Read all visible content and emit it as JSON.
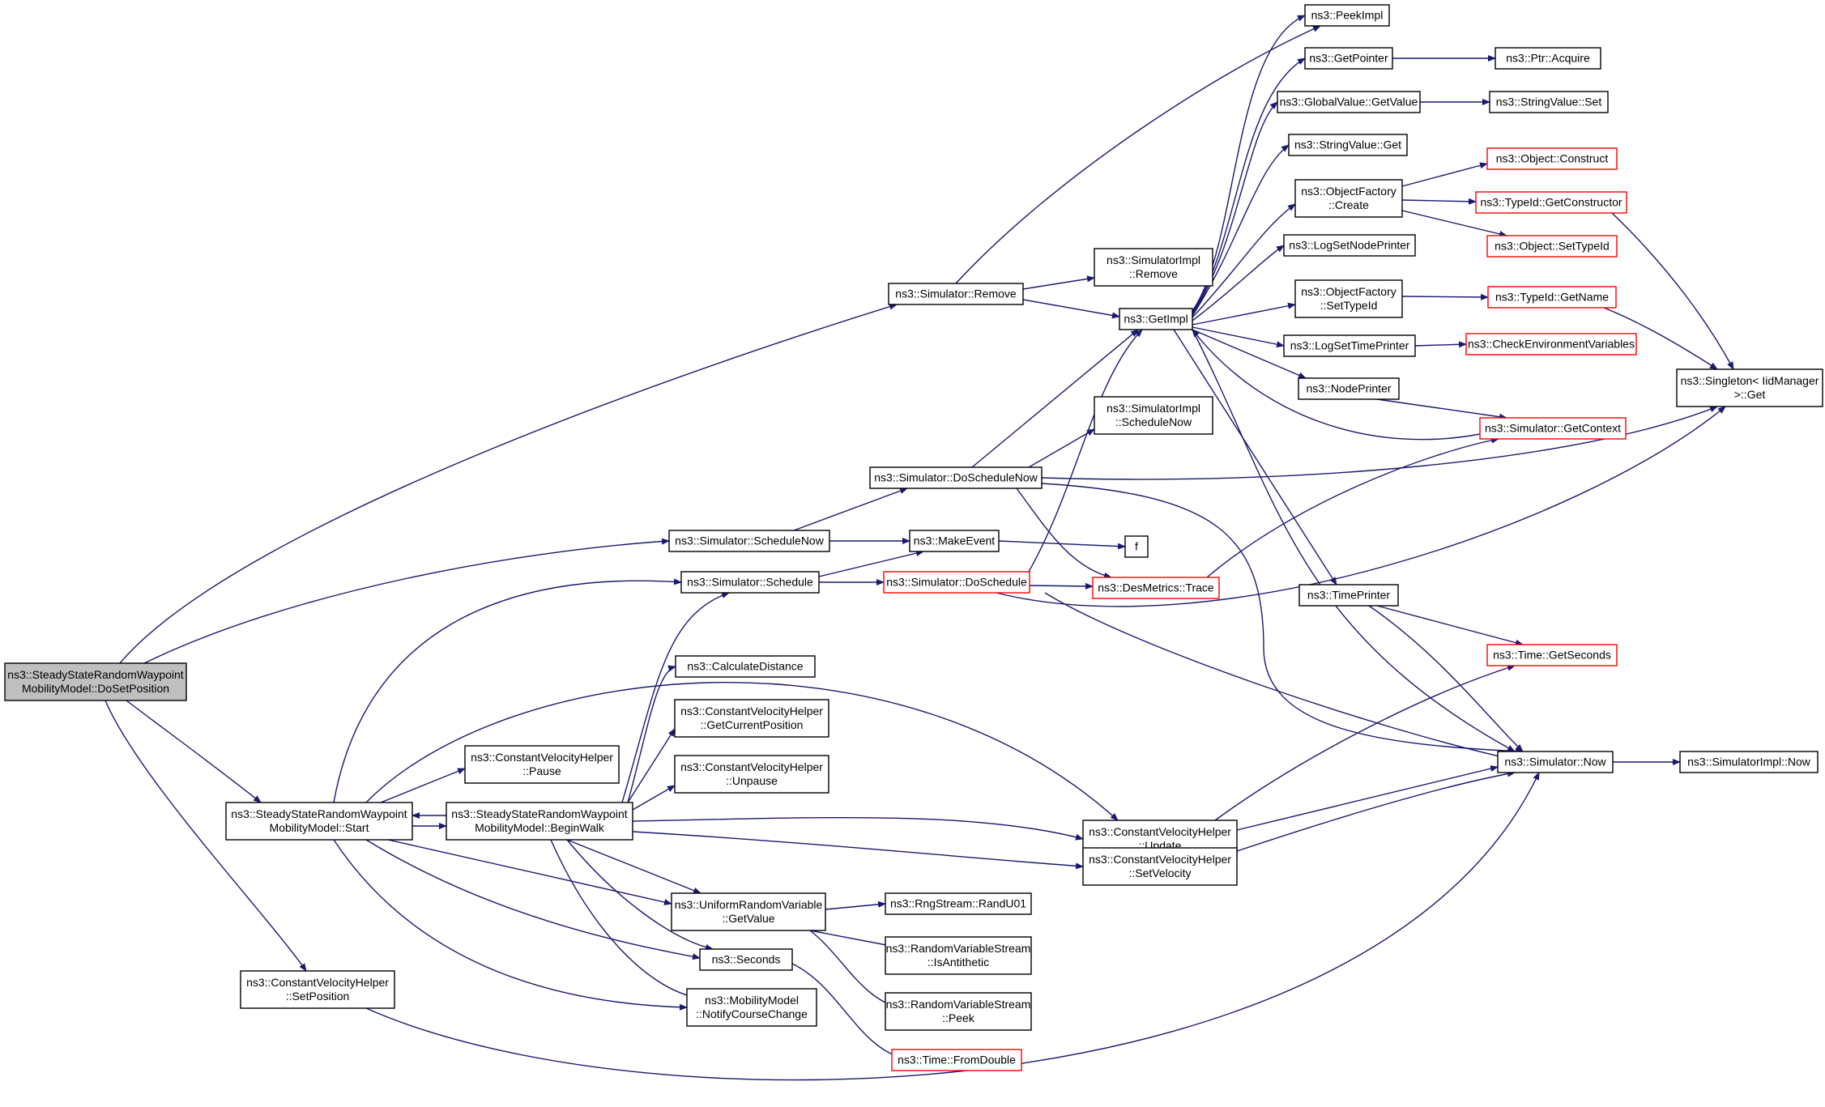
{
  "graph": {
    "edge_color": "#191970",
    "truncated_border_color": "#ff0000",
    "root_fill_color": "#bfbfbf",
    "nodes": [
      {
        "id": "dosetposition",
        "lines": [
          "ns3::SteadyStateRandomWaypoint",
          "MobilityModel::DoSetPosition"
        ],
        "root": true
      },
      {
        "id": "start",
        "lines": [
          "ns3::SteadyStateRandomWaypoint",
          "MobilityModel::Start"
        ]
      },
      {
        "id": "beginwalk",
        "lines": [
          "ns3::SteadyStateRandomWaypoint",
          "MobilityModel::BeginWalk"
        ]
      },
      {
        "id": "cvh_setposition",
        "lines": [
          "ns3::ConstantVelocityHelper",
          "::SetPosition"
        ]
      },
      {
        "id": "sim_remove",
        "lines": [
          "ns3::Simulator::Remove"
        ]
      },
      {
        "id": "sim_schedulenow",
        "lines": [
          "ns3::Simulator::ScheduleNow"
        ]
      },
      {
        "id": "sim_schedule",
        "lines": [
          "ns3::Simulator::Schedule"
        ]
      },
      {
        "id": "cvh_pause",
        "lines": [
          "ns3::ConstantVelocityHelper",
          "::Pause"
        ]
      },
      {
        "id": "calcdistance",
        "lines": [
          "ns3::CalculateDistance"
        ]
      },
      {
        "id": "cvh_getcurrentposition",
        "lines": [
          "ns3::ConstantVelocityHelper",
          "::GetCurrentPosition"
        ]
      },
      {
        "id": "cvh_unpause",
        "lines": [
          "ns3::ConstantVelocityHelper",
          "::Unpause"
        ]
      },
      {
        "id": "urv_getvalue",
        "lines": [
          "ns3::UniformRandomVariable",
          "::GetValue"
        ]
      },
      {
        "id": "seconds",
        "lines": [
          "ns3::Seconds"
        ]
      },
      {
        "id": "mm_notify",
        "lines": [
          "ns3::MobilityModel",
          "::NotifyCourseChange"
        ]
      },
      {
        "id": "simimpl_remove",
        "lines": [
          "ns3::SimulatorImpl",
          "::Remove"
        ]
      },
      {
        "id": "simimpl_schedulenow",
        "lines": [
          "ns3::SimulatorImpl",
          "::ScheduleNow"
        ]
      },
      {
        "id": "sim_doschedulenow",
        "lines": [
          "ns3::Simulator::DoScheduleNow"
        ]
      },
      {
        "id": "makeevent",
        "lines": [
          "ns3::MakeEvent"
        ]
      },
      {
        "id": "sim_doschedule",
        "lines": [
          "ns3::Simulator::DoSchedule"
        ],
        "truncated": true
      },
      {
        "id": "getimpl",
        "lines": [
          "ns3::GetImpl"
        ]
      },
      {
        "id": "f",
        "lines": [
          "f"
        ]
      },
      {
        "id": "desmetrics_trace",
        "lines": [
          "ns3::DesMetrics::Trace"
        ],
        "truncated": true
      },
      {
        "id": "cvh_update",
        "lines": [
          "ns3::ConstantVelocityHelper",
          "::Update"
        ]
      },
      {
        "id": "cvh_setvelocity",
        "lines": [
          "ns3::ConstantVelocityHelper",
          "::SetVelocity"
        ]
      },
      {
        "id": "rng_randu01",
        "lines": [
          "ns3::RngStream::RandU01"
        ]
      },
      {
        "id": "rvs_isantithetic",
        "lines": [
          "ns3::RandomVariableStream",
          "::IsAntithetic"
        ]
      },
      {
        "id": "rvs_peek",
        "lines": [
          "ns3::RandomVariableStream",
          "::Peek"
        ]
      },
      {
        "id": "time_fromdouble",
        "lines": [
          "ns3::Time::FromDouble"
        ],
        "truncated": true
      },
      {
        "id": "peekimpl",
        "lines": [
          "ns3::PeekImpl"
        ]
      },
      {
        "id": "getpointer",
        "lines": [
          "ns3::GetPointer"
        ]
      },
      {
        "id": "gv_getvalue",
        "lines": [
          "ns3::GlobalValue::GetValue"
        ]
      },
      {
        "id": "sv_get",
        "lines": [
          "ns3::StringValue::Get"
        ]
      },
      {
        "id": "of_create",
        "lines": [
          "ns3::ObjectFactory",
          "::Create"
        ]
      },
      {
        "id": "logsetnodeprinter",
        "lines": [
          "ns3::LogSetNodePrinter"
        ]
      },
      {
        "id": "of_settypeid",
        "lines": [
          "ns3::ObjectFactory",
          "::SetTypeId"
        ]
      },
      {
        "id": "logsettimeprinter",
        "lines": [
          "ns3::LogSetTimePrinter"
        ]
      },
      {
        "id": "nodeprinter",
        "lines": [
          "ns3::NodePrinter"
        ]
      },
      {
        "id": "timeprinter",
        "lines": [
          "ns3::TimePrinter"
        ]
      },
      {
        "id": "sim_now",
        "lines": [
          "ns3::Simulator::Now"
        ]
      },
      {
        "id": "ptr_acquire",
        "lines": [
          "ns3::Ptr::Acquire"
        ]
      },
      {
        "id": "sv_set",
        "lines": [
          "ns3::StringValue::Set"
        ]
      },
      {
        "id": "obj_construct",
        "lines": [
          "ns3::Object::Construct"
        ],
        "truncated": true
      },
      {
        "id": "typeid_getconstructor",
        "lines": [
          "ns3::TypeId::GetConstructor"
        ],
        "truncated": true
      },
      {
        "id": "obj_settypeid",
        "lines": [
          "ns3::Object::SetTypeId"
        ],
        "truncated": true
      },
      {
        "id": "typeid_getname",
        "lines": [
          "ns3::TypeId::GetName"
        ],
        "truncated": true
      },
      {
        "id": "checkenv",
        "lines": [
          "ns3::CheckEnvironmentVariables"
        ],
        "truncated": true
      },
      {
        "id": "sim_getcontext",
        "lines": [
          "ns3::Simulator::GetContext"
        ],
        "truncated": true
      },
      {
        "id": "time_getseconds",
        "lines": [
          "ns3::Time::GetSeconds"
        ],
        "truncated": true
      },
      {
        "id": "singleton_get",
        "lines": [
          "ns3::Singleton< IidManager",
          ">::Get"
        ]
      },
      {
        "id": "simimpl_now",
        "lines": [
          "ns3::SimulatorImpl::Now"
        ]
      }
    ]
  }
}
